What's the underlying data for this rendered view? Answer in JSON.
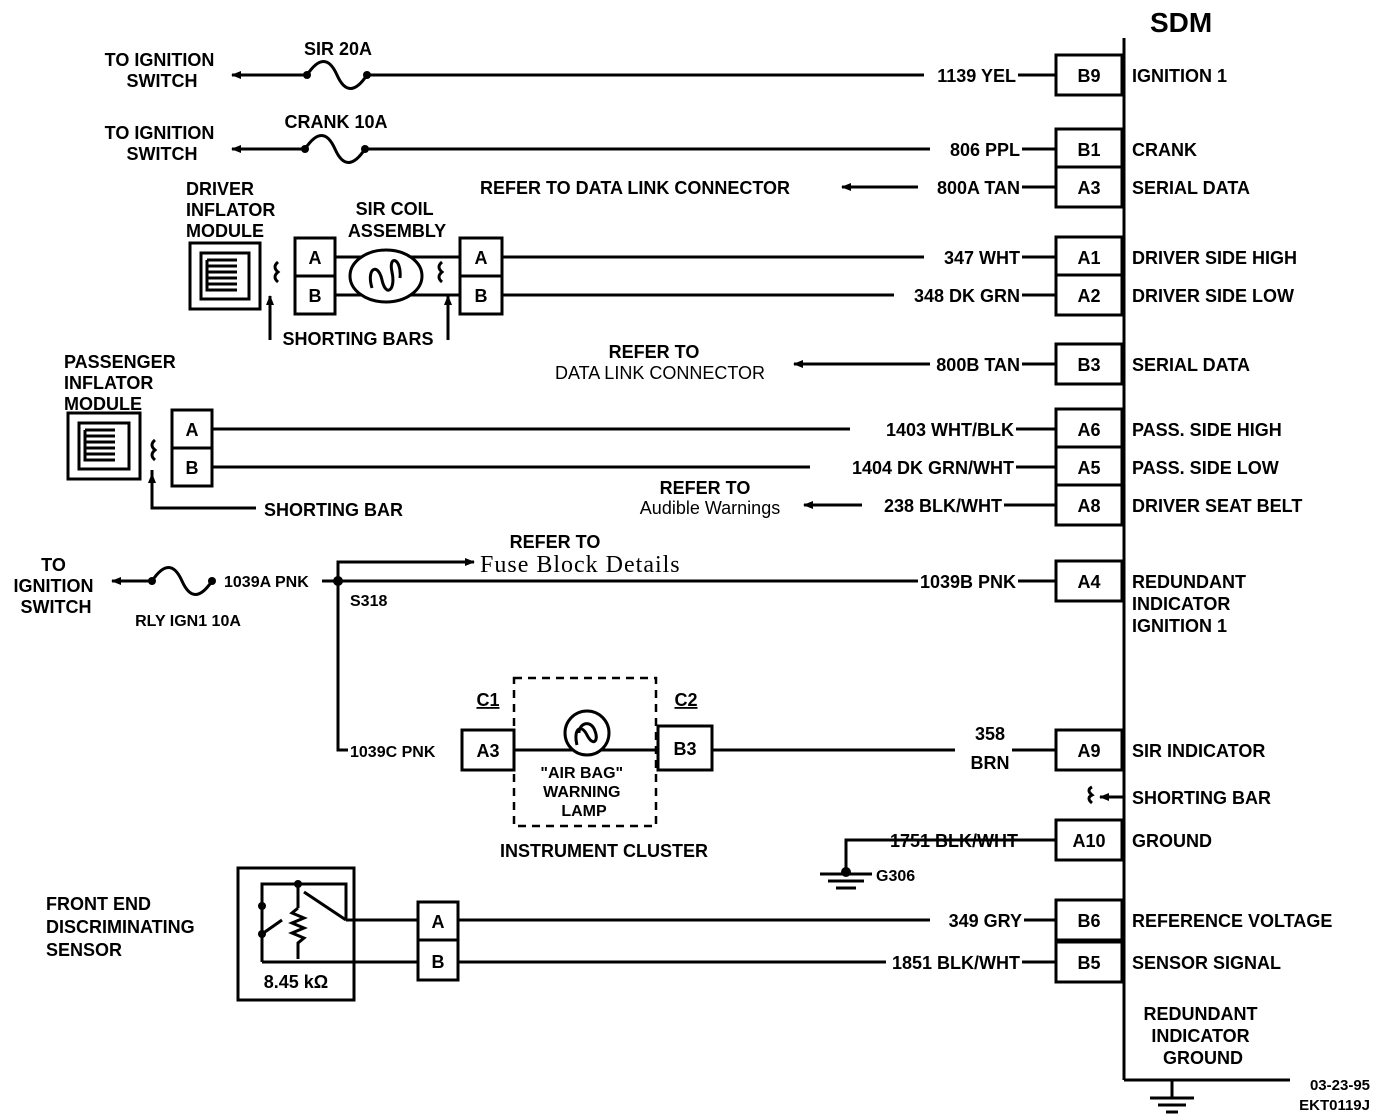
{
  "sdm_title": "SDM",
  "pins": [
    {
      "id": "B9",
      "wire": "1139 YEL",
      "func": [
        "IGNITION 1"
      ]
    },
    {
      "id": "B1",
      "wire": "806 PPL",
      "func": [
        "CRANK"
      ]
    },
    {
      "id": "A3",
      "wire": "800A TAN",
      "func": [
        "SERIAL DATA"
      ]
    },
    {
      "id": "A1",
      "wire": "347 WHT",
      "func": [
        "DRIVER SIDE HIGH"
      ]
    },
    {
      "id": "A2",
      "wire": "348 DK GRN",
      "func": [
        "DRIVER SIDE LOW"
      ]
    },
    {
      "id": "B3",
      "wire": "800B TAN",
      "func": [
        "SERIAL DATA"
      ]
    },
    {
      "id": "A6",
      "wire": "1403  WHT/BLK",
      "func": [
        "PASS. SIDE HIGH"
      ]
    },
    {
      "id": "A5",
      "wire": "1404 DK GRN/WHT",
      "func": [
        "PASS. SIDE LOW"
      ]
    },
    {
      "id": "A8",
      "wire": "238 BLK/WHT",
      "func": [
        "DRIVER SEAT BELT"
      ]
    },
    {
      "id": "A4",
      "wire": "1039B PNK",
      "func": [
        "REDUNDANT",
        "INDICATOR",
        "IGNITION 1"
      ]
    },
    {
      "id": "A9",
      "wire": [
        "358",
        "BRN"
      ],
      "func": [
        "SIR INDICATOR"
      ]
    },
    {
      "id": "A10",
      "wire": "1751 BLK/WHT",
      "func": [
        "GROUND"
      ]
    },
    {
      "id": "B6",
      "wire": "349 GRY",
      "func": [
        "REFERENCE VOLTAGE"
      ]
    },
    {
      "id": "B5",
      "wire": "1851 BLK/WHT",
      "func": [
        "SENSOR SIGNAL"
      ]
    }
  ],
  "sdm_shorting_bar": "SHORTING BAR",
  "sdm_bottom": [
    "REDUNDANT",
    "INDICATOR",
    "GROUND"
  ],
  "date_code": "03-23-95",
  "drawing_id": "EKT0119J",
  "to_ignition_switch_1": [
    "TO IGNITION",
    "SWITCH"
  ],
  "fuse_sir": "SIR 20A",
  "to_ignition_switch_2": [
    "TO IGNITION",
    "SWITCH"
  ],
  "fuse_crank": "CRANK 10A",
  "refer_dlc_1": "REFER TO DATA LINK CONNECTOR",
  "driver_inflator": [
    "DRIVER",
    "INFLATOR",
    "MODULE"
  ],
  "sir_coil": [
    "SIR COIL",
    "ASSEMBLY"
  ],
  "conn_a": "A",
  "conn_b": "B",
  "shorting_bars": "SHORTING BARS",
  "refer_dlc_2": [
    "REFER TO",
    "DATA LINK CONNECTOR"
  ],
  "passenger_inflator": [
    "PASSENGER",
    "INFLATOR",
    "MODULE"
  ],
  "shorting_bar_pass": "SHORTING BAR",
  "refer_audible": [
    "REFER TO",
    "Audible Warnings"
  ],
  "to_ignition_switch_3": [
    "TO",
    "IGNITION",
    "SWITCH"
  ],
  "wire_1039a": "1039A PNK",
  "fuse_rly": "RLY IGN1 10A",
  "splice": "S318",
  "refer_fuse": [
    "REFER TO",
    "Fuse Block Details"
  ],
  "wire_1039c": "1039C PNK",
  "cluster_c1": "C1",
  "cluster_c2": "C2",
  "cluster_pin_a3": "A3",
  "cluster_pin_b3": "B3",
  "lamp_label": [
    "\"AIR BAG\"",
    "WARNING",
    "LAMP"
  ],
  "instrument_cluster": "INSTRUMENT CLUSTER",
  "ground_g306": "G306",
  "fed_sensor": [
    "FRONT END",
    "DISCRIMINATING",
    "SENSOR"
  ],
  "resistor_value": "8.45 kΩ"
}
